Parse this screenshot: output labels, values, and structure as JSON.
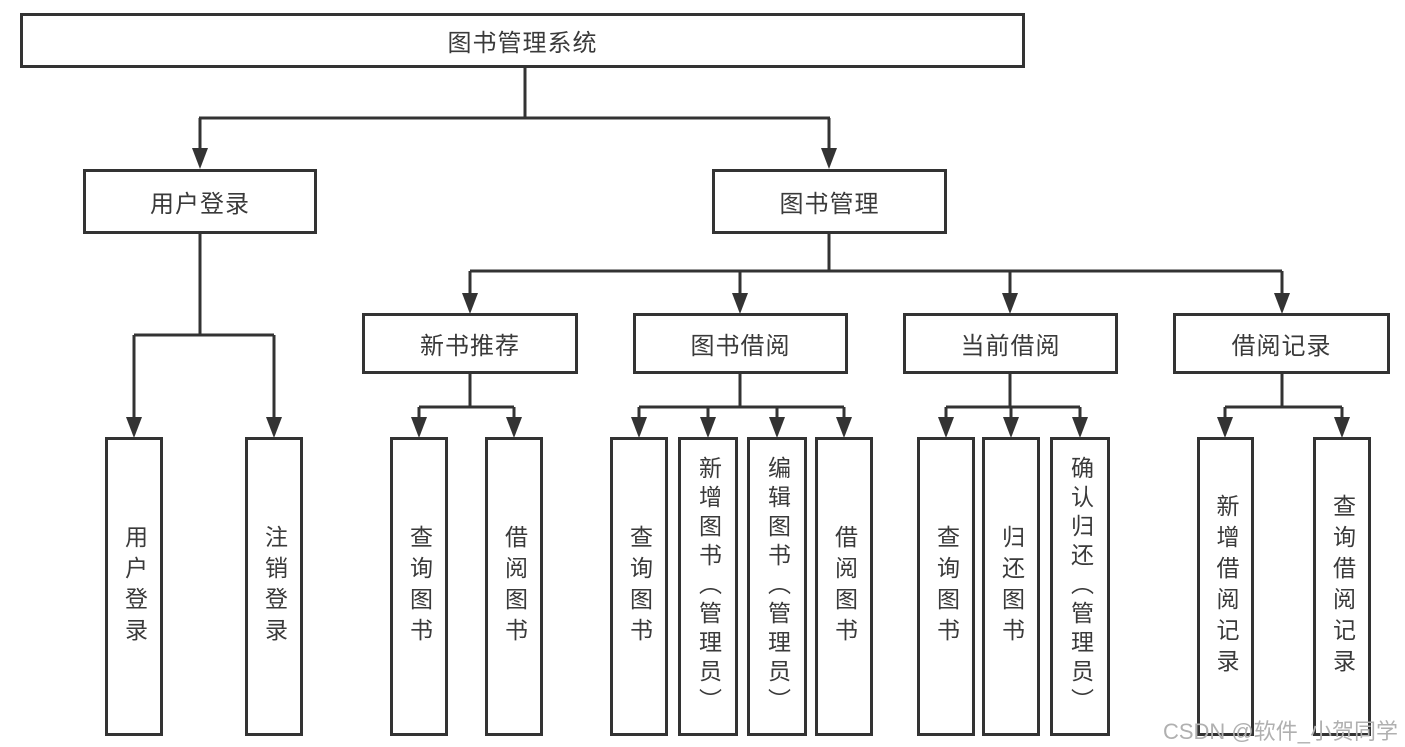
{
  "root": {
    "label": "图书管理系统"
  },
  "level2": [
    {
      "label": "用户登录"
    },
    {
      "label": "图书管理"
    }
  ],
  "level3": [
    {
      "label": "新书推荐",
      "parent": "图书管理"
    },
    {
      "label": "图书借阅",
      "parent": "图书管理"
    },
    {
      "label": "当前借阅",
      "parent": "图书管理"
    },
    {
      "label": "借阅记录",
      "parent": "图书管理"
    }
  ],
  "leaves": [
    {
      "label": "用户登录",
      "parent": "用户登录"
    },
    {
      "label": "注销登录",
      "parent": "用户登录"
    },
    {
      "label": "查询图书",
      "parent": "新书推荐"
    },
    {
      "label": "借阅图书",
      "parent": "新书推荐"
    },
    {
      "label": "查询图书",
      "parent": "图书借阅"
    },
    {
      "label": "新增图书（管理员）",
      "parent": "图书借阅"
    },
    {
      "label": "编辑图书（管理员）",
      "parent": "图书借阅"
    },
    {
      "label": "借阅图书",
      "parent": "图书借阅"
    },
    {
      "label": "查询图书",
      "parent": "当前借阅"
    },
    {
      "label": "归还图书",
      "parent": "当前借阅"
    },
    {
      "label": "确认归还（管理员）",
      "parent": "当前借阅"
    },
    {
      "label": "新增借阅记录",
      "parent": "借阅记录"
    },
    {
      "label": "查询借阅记录",
      "parent": "借阅记录"
    }
  ],
  "watermark": {
    "text": "CSDN @软件_小贺同学"
  },
  "colors": {
    "line": "#333333",
    "box_border": "#333333",
    "text": "#3a3a3a",
    "watermark": "#b0b0b0",
    "background": "#ffffff"
  }
}
